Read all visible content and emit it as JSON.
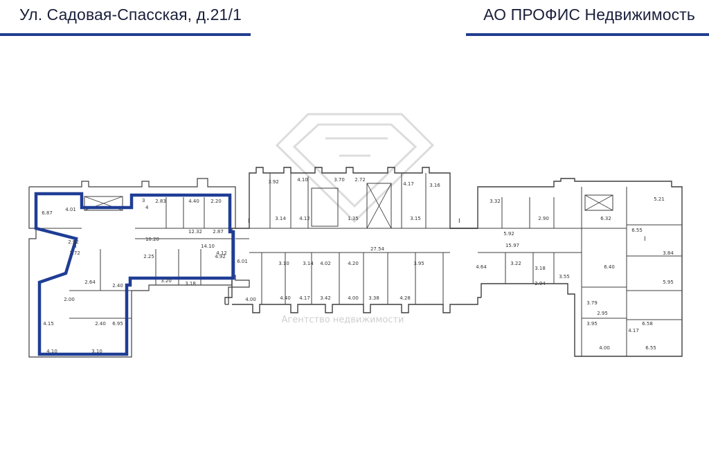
{
  "header": {
    "address": "Ул. Садовая-Спасская, д.21/1",
    "agency": "АО ПРОФИС Недвижимость"
  },
  "watermark": {
    "text": "Агентство недвижимости"
  },
  "plan": {
    "highlight_color": "#1f3d95",
    "line_color": "#3d3d3d",
    "dimension_labels": [
      "6.87",
      "4.01",
      "2.83",
      "4.40",
      "2.20",
      "4.92",
      "1.72",
      "2.92",
      "2.00",
      "4.15",
      "4.10",
      "3.10",
      "2.40",
      "2.64",
      "6.95",
      "10.20",
      "14.10",
      "12.32",
      "2.87",
      "2.40",
      "2.25",
      "3.20",
      "3.18",
      "4.12",
      "3.92",
      "4.10",
      "3.70",
      "2.72",
      "4.17",
      "3.16",
      "3.14",
      "4.12",
      "1.35",
      "3.15",
      "27.54",
      "6.01",
      "3.10",
      "3.14",
      "4.02",
      "4.20",
      "3.95",
      "3.38",
      "4.28",
      "4.00",
      "3.42",
      "4.00",
      "4.17",
      "4.40",
      "3.32",
      "2.90",
      "5.92",
      "15.97",
      "3.22",
      "3.18",
      "2.94",
      "4.64",
      "3.55",
      "6.40",
      "6.32",
      "6.55",
      "5.21",
      "5.95",
      "3.84",
      "3.79",
      "3.95",
      "6.58",
      "4.00",
      "6.55",
      "2.95",
      "4.17"
    ],
    "axis_marks": [
      "I",
      "I",
      "I",
      "I"
    ],
    "room_numbers": [
      "3",
      "4"
    ]
  }
}
